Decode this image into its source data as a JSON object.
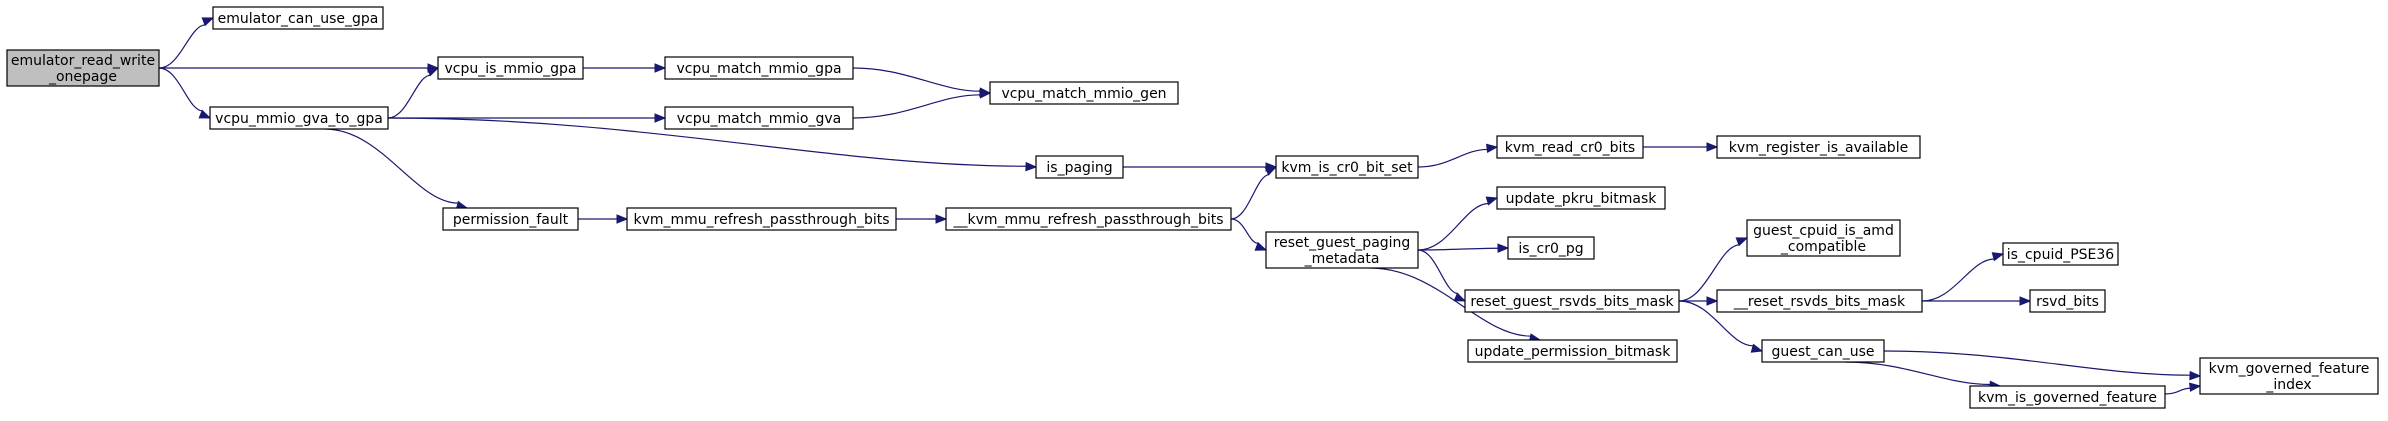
{
  "graph": {
    "nodes": [
      {
        "id": "n0",
        "lines": [
          "emulator_read_write",
          "_onepage"
        ],
        "fill": "#bfbfbf"
      },
      {
        "id": "n1",
        "lines": [
          "emulator_can_use_gpa"
        ],
        "fill": "#ffffff"
      },
      {
        "id": "n2",
        "lines": [
          "vcpu_is_mmio_gpa"
        ],
        "fill": "#ffffff"
      },
      {
        "id": "n3",
        "lines": [
          "vcpu_mmio_gva_to_gpa"
        ],
        "fill": "#ffffff"
      },
      {
        "id": "n4",
        "lines": [
          "vcpu_match_mmio_gpa"
        ],
        "fill": "#ffffff"
      },
      {
        "id": "n5",
        "lines": [
          "vcpu_match_mmio_gen"
        ],
        "fill": "#ffffff"
      },
      {
        "id": "n6",
        "lines": [
          "vcpu_match_mmio_gva"
        ],
        "fill": "#ffffff"
      },
      {
        "id": "n7",
        "lines": [
          "is_paging"
        ],
        "fill": "#ffffff"
      },
      {
        "id": "n8",
        "lines": [
          "permission_fault"
        ],
        "fill": "#ffffff"
      },
      {
        "id": "n9",
        "lines": [
          "kvm_mmu_refresh_passthrough_bits"
        ],
        "fill": "#ffffff"
      },
      {
        "id": "n10",
        "lines": [
          "__kvm_mmu_refresh_passthrough_bits"
        ],
        "fill": "#ffffff"
      },
      {
        "id": "n11",
        "lines": [
          "kvm_is_cr0_bit_set"
        ],
        "fill": "#ffffff"
      },
      {
        "id": "n12",
        "lines": [
          "kvm_read_cr0_bits"
        ],
        "fill": "#ffffff"
      },
      {
        "id": "n13",
        "lines": [
          "kvm_register_is_available"
        ],
        "fill": "#ffffff"
      },
      {
        "id": "n14",
        "lines": [
          "reset_guest_paging",
          "_metadata"
        ],
        "fill": "#ffffff"
      },
      {
        "id": "n15",
        "lines": [
          "update_pkru_bitmask"
        ],
        "fill": "#ffffff"
      },
      {
        "id": "n16",
        "lines": [
          "is_cr0_pg"
        ],
        "fill": "#ffffff"
      },
      {
        "id": "n17",
        "lines": [
          "reset_guest_rsvds_bits_mask"
        ],
        "fill": "#ffffff"
      },
      {
        "id": "n18",
        "lines": [
          "update_permission_bitmask"
        ],
        "fill": "#ffffff"
      },
      {
        "id": "n19",
        "lines": [
          "guest_cpuid_is_amd",
          "_compatible"
        ],
        "fill": "#ffffff"
      },
      {
        "id": "n20",
        "lines": [
          "__reset_rsvds_bits_mask"
        ],
        "fill": "#ffffff"
      },
      {
        "id": "n21",
        "lines": [
          "guest_can_use"
        ],
        "fill": "#ffffff"
      },
      {
        "id": "n22",
        "lines": [
          "is_cpuid_PSE36"
        ],
        "fill": "#ffffff"
      },
      {
        "id": "n23",
        "lines": [
          "rsvd_bits"
        ],
        "fill": "#ffffff"
      },
      {
        "id": "n24",
        "lines": [
          "kvm_governed_feature",
          "_index"
        ],
        "fill": "#ffffff"
      },
      {
        "id": "n25",
        "lines": [
          "kvm_is_governed_feature"
        ],
        "fill": "#ffffff"
      }
    ],
    "edges": [
      {
        "from": "n0",
        "to": "n1"
      },
      {
        "from": "n0",
        "to": "n2"
      },
      {
        "from": "n0",
        "to": "n3"
      },
      {
        "from": "n2",
        "to": "n4"
      },
      {
        "from": "n4",
        "to": "n5"
      },
      {
        "from": "n3",
        "to": "n2"
      },
      {
        "from": "n3",
        "to": "n6"
      },
      {
        "from": "n6",
        "to": "n5"
      },
      {
        "from": "n3",
        "to": "n7"
      },
      {
        "from": "n3",
        "to": "n8"
      },
      {
        "from": "n7",
        "to": "n11"
      },
      {
        "from": "n8",
        "to": "n9"
      },
      {
        "from": "n9",
        "to": "n10"
      },
      {
        "from": "n10",
        "to": "n11"
      },
      {
        "from": "n10",
        "to": "n14"
      },
      {
        "from": "n11",
        "to": "n12"
      },
      {
        "from": "n12",
        "to": "n13"
      },
      {
        "from": "n14",
        "to": "n15"
      },
      {
        "from": "n14",
        "to": "n16"
      },
      {
        "from": "n14",
        "to": "n17"
      },
      {
        "from": "n14",
        "to": "n18"
      },
      {
        "from": "n17",
        "to": "n19"
      },
      {
        "from": "n17",
        "to": "n20"
      },
      {
        "from": "n17",
        "to": "n21"
      },
      {
        "from": "n20",
        "to": "n22"
      },
      {
        "from": "n20",
        "to": "n23"
      },
      {
        "from": "n21",
        "to": "n24"
      },
      {
        "from": "n21",
        "to": "n25"
      },
      {
        "from": "n25",
        "to": "n24"
      }
    ]
  }
}
